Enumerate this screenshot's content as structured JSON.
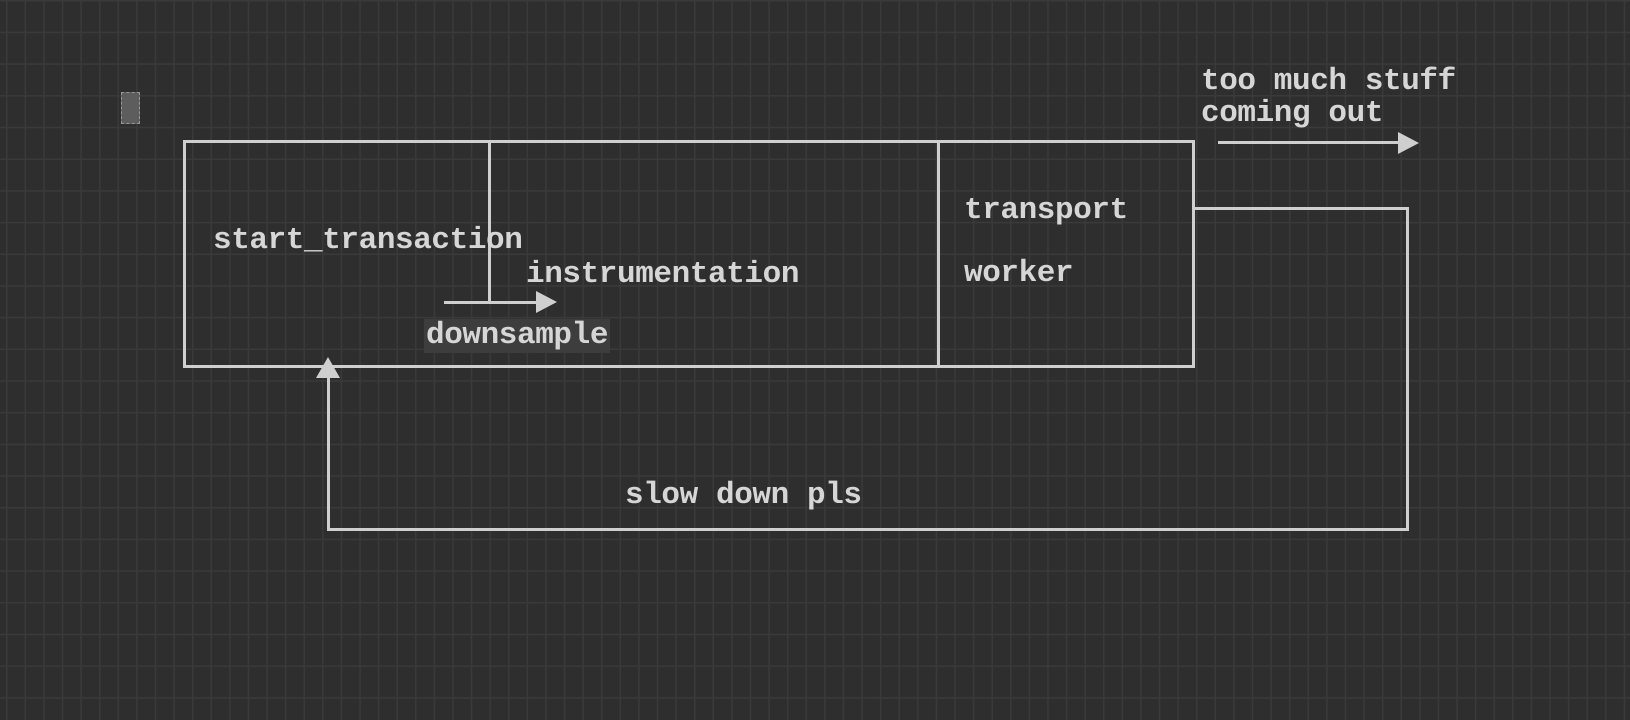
{
  "colors": {
    "background": "#2e2e2f",
    "grid_line": "#3a3a3b",
    "shape_stroke": "#cfcfcf",
    "text": "#d6d6d6",
    "downsample_highlight": "#3d3d3e",
    "cursor_fill": "#5d5d5e"
  },
  "diagram": {
    "pipeline": {
      "stage1_label": "start_transaction",
      "stage2_label": "instrumentation",
      "stage3_label_line1": "transport",
      "stage3_label_line2": "worker"
    },
    "downsample_arrow_label": "downsample",
    "output_note_line1": "too much stuff",
    "output_note_line2": "coming out",
    "feedback_label": "slow down pls"
  }
}
